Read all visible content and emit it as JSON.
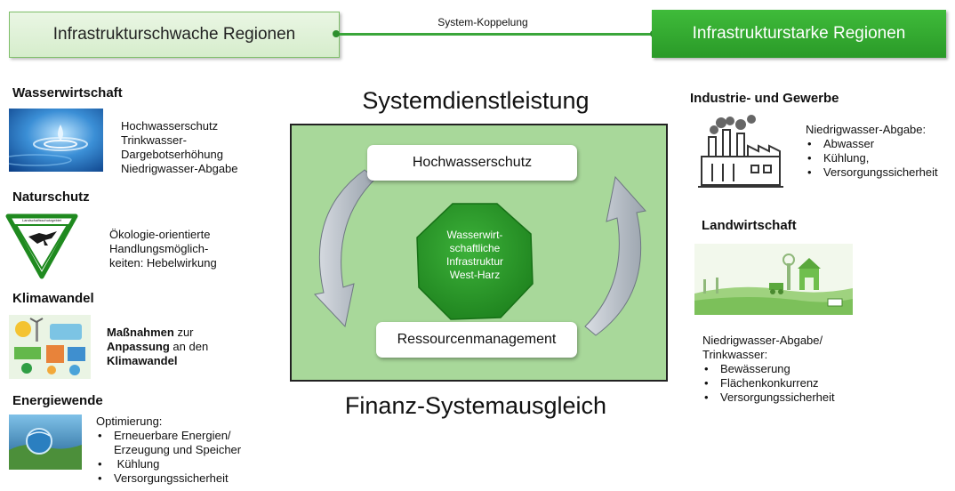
{
  "header": {
    "weak_region": "Infrastrukturschwache Regionen",
    "strong_region": "Infrastrukturstarke Regionen",
    "coupling_label": "System-Koppelung"
  },
  "left": {
    "wasser": {
      "heading": "Wasserwirtschaft",
      "lines": [
        "Hochwasserschutz",
        "Trinkwasser-",
        "Dargebotserhöhung",
        "Niedrigwasser-Abgabe"
      ]
    },
    "natur": {
      "heading": "Naturschutz",
      "sign_text": "Landschaftsschutzgebiet",
      "lines": [
        "Ökologie-orientierte",
        "Handlungsmöglich-",
        "keiten: Hebelwirkung"
      ]
    },
    "klima": {
      "heading": "Klimawandel",
      "line1_bold": "Maßnahmen",
      "line1_rest": " zur",
      "line2_bold": "Anpassung",
      "line2_rest": " an den",
      "line3_bold": "Klimawandel"
    },
    "energie": {
      "heading": "Energiewende",
      "intro": "Optimierung:",
      "bullets": [
        "Erneuerbare Energien/\nErzeugung und Speicher",
        " Kühlung",
        "Versorgungssicherheit"
      ]
    }
  },
  "center": {
    "top_title": "Systemdienstleistung",
    "bottom_title": "Finanz-Systemausgleich",
    "pill_top": "Hochwasserschutz",
    "pill_bottom": "Ressourcenmanagement",
    "core_lines": [
      "Wasserwirt-",
      "schaftliche",
      "Infrastruktur",
      "West-Harz"
    ]
  },
  "right": {
    "industrie": {
      "heading": "Industrie- und Gewerbe",
      "intro": "Niedrigwasser-Abgabe:",
      "bullets": [
        "Abwasser",
        "Kühlung,",
        "Versorgungssicherheit"
      ]
    },
    "land": {
      "heading": "Landwirtschaft",
      "intro_lines": [
        "Niedrigwasser-Abgabe/",
        "Trinkwasser:"
      ],
      "bullets": [
        "Bewässerung",
        "Flächenkonkurrenz",
        "Versorgungssicherheit"
      ]
    }
  },
  "colors": {
    "accent_green": "#2e9e2b",
    "panel_green": "#a8d89a",
    "core_green": "#2a9a2a"
  }
}
